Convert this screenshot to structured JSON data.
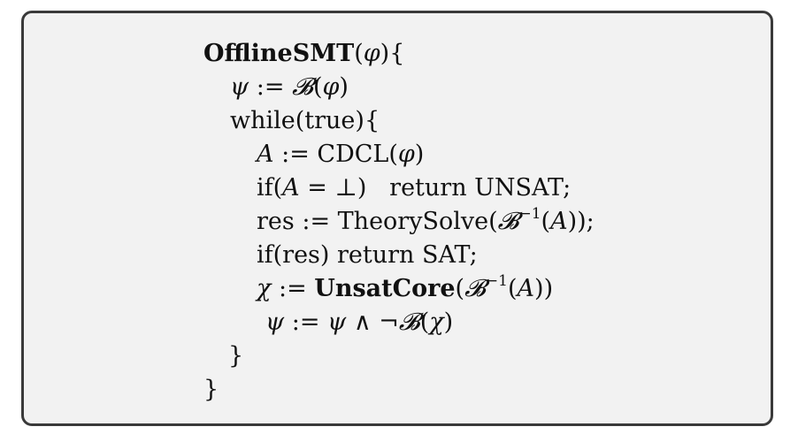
{
  "algorithm": {
    "name": "OfflineSMT",
    "formula": "φ",
    "psi": "ψ",
    "calB": "𝓑",
    "line_while": "while(true){",
    "cdcl": "CDCL",
    "bottom": "⊥",
    "return_unsat": "return UNSAT;",
    "res": "res",
    "theory_solve": "TheorySolve",
    "inverse": "−1",
    "if_res_return_sat": "if(res) return SAT;",
    "chi": "χ",
    "unsat_core": "UnsatCore",
    "assign": ":=",
    "and_op": "∧",
    "not_op": "¬",
    "var_a": "A",
    "close_brace": "}",
    "open_brace": "{"
  }
}
